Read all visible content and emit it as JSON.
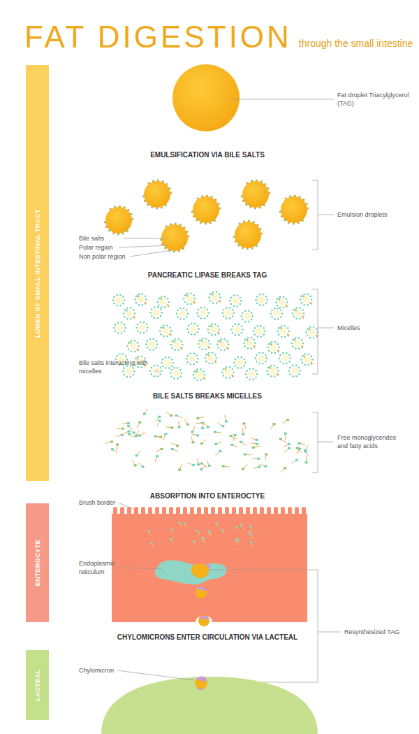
{
  "diagram": {
    "title": "FAT DIGESTION",
    "nodes": [
      {
        "text": [
          "LUMEN OF SMALL INTESTINAL TRACT"
        ]
      },
      {
        "text": [
          "ENTEROCYTE"
        ]
      },
      {
        "text": [
          "LACTEAL"
        ]
      }
    ],
    "labels": [
      "through the small intestine",
      "Fat droplet Triacylglycerol (TAG)",
      "EMULSIFICATION VIA BILE SALTS",
      "Emulsion droplets",
      "Bile salts",
      "Polar region",
      "Non polar region",
      "PANCREATIC LIPASE BREAKS TAG",
      "Micelles",
      "Bile salts interacting with micelles",
      "BILE SALTS BREAKS MICELLES",
      "Free monoglycerides and fatty acids",
      "ABSORPTION INTO ENTEROCTYE",
      "Brush border",
      "Endoplasmic reticulum",
      "Resynthesized TAG",
      "CHYLOMICRONS ENTER CIRCULATION VIA LACTEAL",
      "Chylomicron"
    ]
  }
}
